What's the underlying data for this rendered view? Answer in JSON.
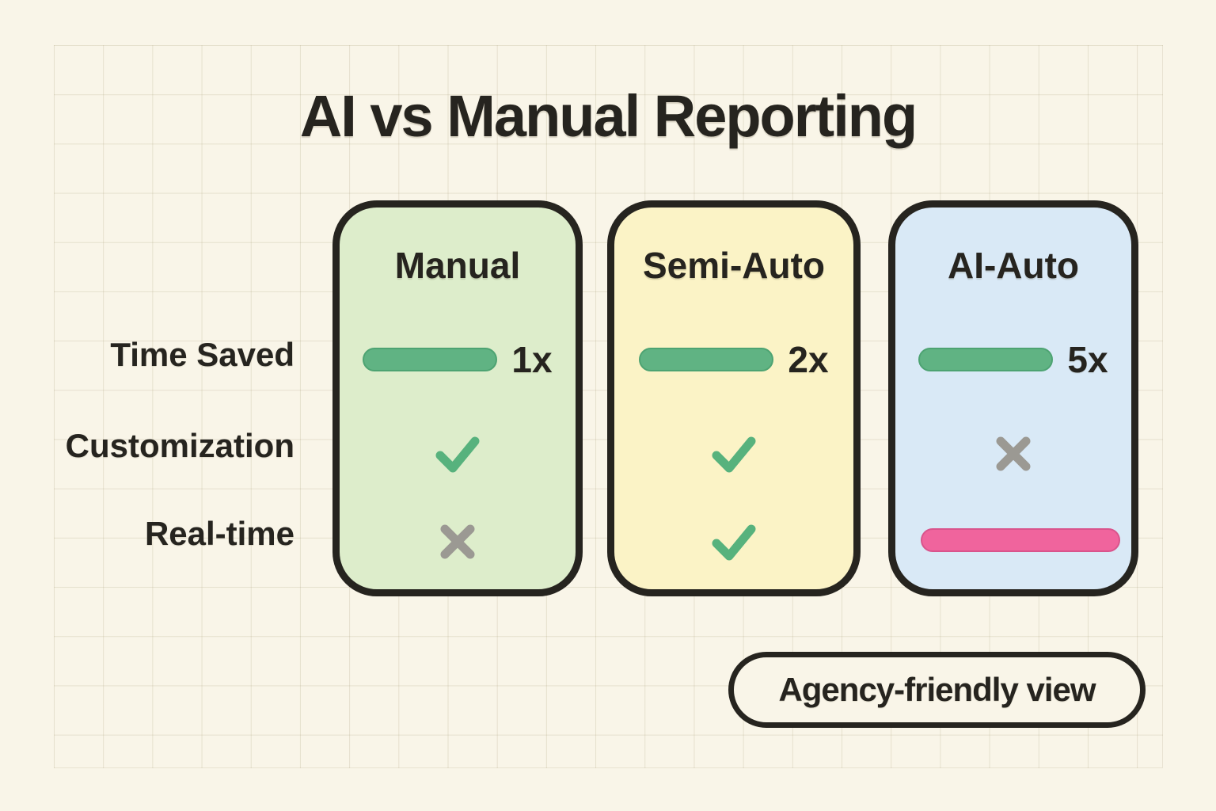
{
  "page": {
    "title": "AI vs Manual Reporting",
    "badge_label": "Agency-friendly view"
  },
  "row_labels": {
    "time_saved": "Time Saved",
    "customization": "Customization",
    "real_time": "Real-time"
  },
  "cards": [
    {
      "name": "Manual",
      "time_saved_multiplier": "1x",
      "customization": "yes",
      "real_time": "no"
    },
    {
      "name": "Semi-Auto",
      "time_saved_multiplier": "2x",
      "customization": "yes",
      "real_time": "yes"
    },
    {
      "name": "AI-Auto",
      "time_saved_multiplier": "5x",
      "customization": "no",
      "real_time": "highlight-bar"
    }
  ],
  "colors": {
    "background": "#f9f5e8",
    "ink": "#26241f",
    "card_manual_bg": "#ddedcb",
    "card_semi_auto_bg": "#fbf3c6",
    "card_ai_auto_bg": "#d9e9f6",
    "bar_green": "#60b383",
    "check_green": "#57b27d",
    "cross_gray": "#9b9993",
    "highlight_pink": "#f0649d"
  },
  "chart_data": {
    "type": "table",
    "title": "AI vs Manual Reporting",
    "columns": [
      "Manual",
      "Semi-Auto",
      "AI-Auto"
    ],
    "rows": [
      "Time Saved",
      "Customization",
      "Real-time"
    ],
    "values": [
      [
        "1x",
        "2x",
        "5x"
      ],
      [
        "yes",
        "yes",
        "no"
      ],
      [
        "no",
        "yes",
        "highlight"
      ]
    ],
    "annotations": [
      "Agency-friendly view"
    ],
    "legend_position": "none",
    "grid": "faint square grid background"
  }
}
